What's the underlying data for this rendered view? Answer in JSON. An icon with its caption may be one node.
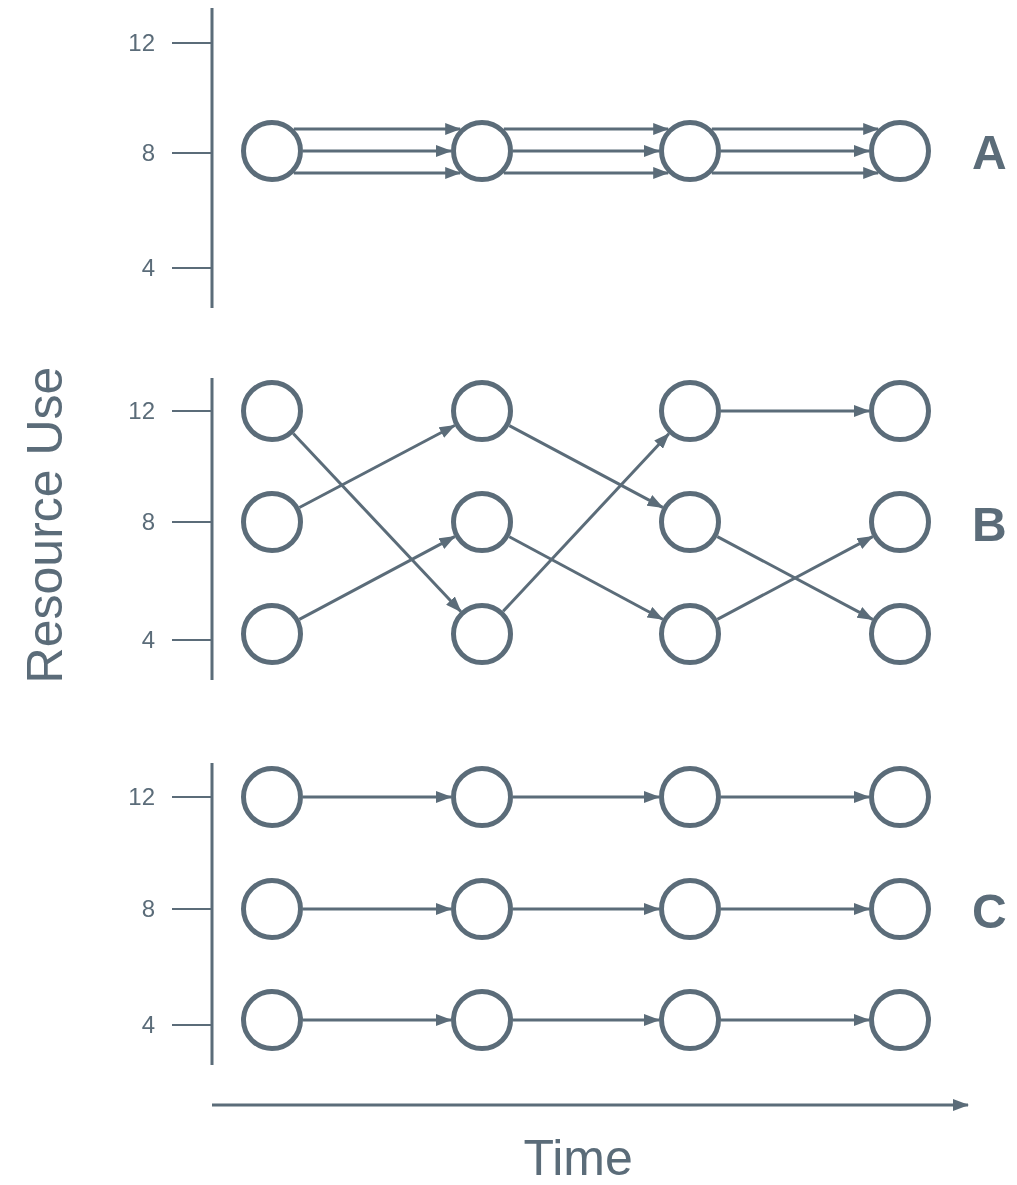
{
  "diagram": {
    "nodes": [
      {
        "text": [],
        "shape": "circle"
      },
      {
        "text": [],
        "shape": "circle"
      },
      {
        "text": [],
        "shape": "circle"
      },
      {
        "text": [],
        "shape": "circle"
      },
      {
        "text": [],
        "shape": "circle"
      },
      {
        "text": [],
        "shape": "circle"
      },
      {
        "text": [],
        "shape": "circle"
      },
      {
        "text": [],
        "shape": "circle"
      },
      {
        "text": [],
        "shape": "circle"
      },
      {
        "text": [],
        "shape": "circle"
      },
      {
        "text": [],
        "shape": "circle"
      },
      {
        "text": [],
        "shape": "circle"
      },
      {
        "text": [],
        "shape": "circle"
      },
      {
        "text": [],
        "shape": "circle"
      },
      {
        "text": [],
        "shape": "circle"
      },
      {
        "text": [],
        "shape": "circle"
      },
      {
        "text": [],
        "shape": "circle"
      },
      {
        "text": [],
        "shape": "circle"
      },
      {
        "text": [],
        "shape": "circle"
      },
      {
        "text": [],
        "shape": "circle"
      },
      {
        "text": [],
        "shape": "circle"
      },
      {
        "text": [],
        "shape": "circle"
      },
      {
        "text": [],
        "shape": "circle"
      },
      {
        "text": [],
        "shape": "circle"
      },
      {
        "text": [],
        "shape": "circle"
      },
      {
        "text": [],
        "shape": "circle"
      },
      {
        "text": [],
        "shape": "circle"
      },
      {
        "text": [],
        "shape": "circle"
      }
    ],
    "edges": [
      {
        "from": 0,
        "to": 1,
        "arrow": "to"
      },
      {
        "from": 0,
        "to": 1,
        "arrow": "to"
      },
      {
        "from": 0,
        "to": 1,
        "arrow": "to"
      },
      {
        "from": 1,
        "to": 2,
        "arrow": "to"
      },
      {
        "from": 1,
        "to": 2,
        "arrow": "to"
      },
      {
        "from": 1,
        "to": 2,
        "arrow": "to"
      },
      {
        "from": 2,
        "to": 3,
        "arrow": "to"
      },
      {
        "from": 2,
        "to": 3,
        "arrow": "to"
      },
      {
        "from": 2,
        "to": 3,
        "arrow": "to"
      },
      {
        "from": 4,
        "to": 13,
        "arrow": "to"
      },
      {
        "from": 8,
        "to": 5,
        "arrow": "to"
      },
      {
        "from": 12,
        "to": 9,
        "arrow": "to"
      },
      {
        "from": 5,
        "to": 10,
        "arrow": "to"
      },
      {
        "from": 9,
        "to": 14,
        "arrow": "to"
      },
      {
        "from": 13,
        "to": 6,
        "arrow": "to"
      },
      {
        "from": 6,
        "to": 7,
        "arrow": "to"
      },
      {
        "from": 10,
        "to": 15,
        "arrow": "to"
      },
      {
        "from": 14,
        "to": 11,
        "arrow": "to"
      },
      {
        "from": 16,
        "to": 17,
        "arrow": "to"
      },
      {
        "from": 17,
        "to": 18,
        "arrow": "to"
      },
      {
        "from": 18,
        "to": 19,
        "arrow": "to"
      },
      {
        "from": 20,
        "to": 21,
        "arrow": "to"
      },
      {
        "from": 21,
        "to": 22,
        "arrow": "to"
      },
      {
        "from": 22,
        "to": 23,
        "arrow": "to"
      },
      {
        "from": 24,
        "to": 25,
        "arrow": "to"
      },
      {
        "from": 25,
        "to": 26,
        "arrow": "to"
      },
      {
        "from": 26,
        "to": 27,
        "arrow": "to"
      }
    ],
    "labels": [
      "12",
      "8",
      "A",
      "4",
      "Resource Use",
      "12",
      "8",
      "B",
      "4",
      "12",
      "8",
      "C",
      "4",
      "Time"
    ]
  }
}
